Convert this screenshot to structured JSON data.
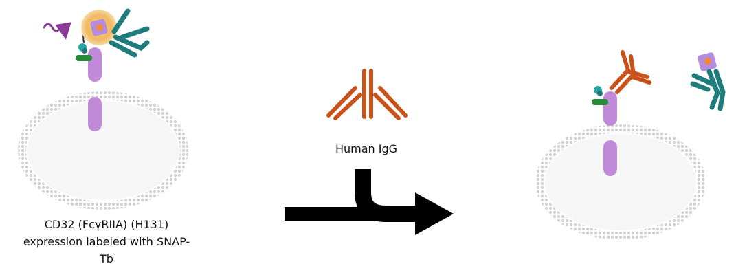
{
  "left_caption": {
    "line1": "CD32 (FcγRIIA) (H131)",
    "line2": "expression labeled with SNAP-",
    "line3": "Tb"
  },
  "reagent_label": "Human IgG",
  "colors": {
    "membrane": "#cfcfcf",
    "receptor": "#c08ad8",
    "human_igg": "#c9511a",
    "labeled_antibody": "#1e7c7c",
    "acceptor_glow": "#f1b860",
    "acceptor_square": "#b58be0",
    "acceptor_dot": "#f0883a",
    "snap_tag": "#2a8a3c",
    "terbium": "#2aa6a0",
    "emission": "#8b3a9a",
    "arrow": "#000000"
  },
  "icons": {
    "emission": "wavy-arrow-icon",
    "transfer": "curved-arrow-icon",
    "process": "bent-arrow-icon"
  }
}
